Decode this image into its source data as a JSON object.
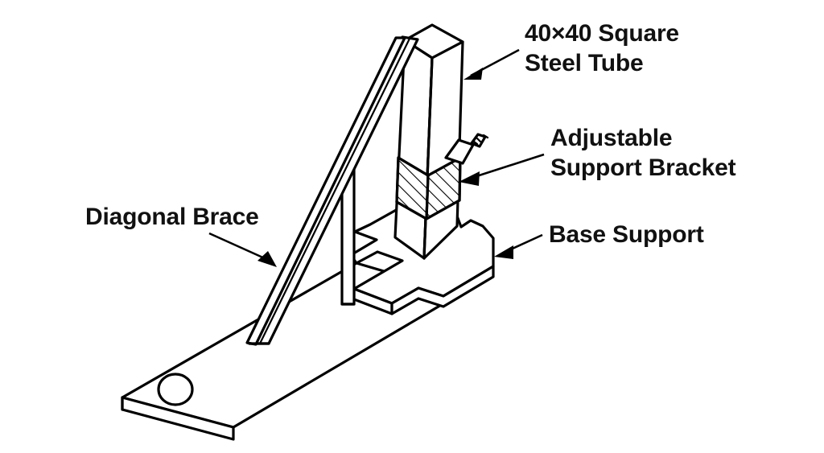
{
  "drawing": {
    "title": "Adjustable Support Bracket Assembly — Isometric Line Drawing",
    "style": "black-and-white technical line art",
    "background_color": "#ffffff",
    "line_color": "#000000"
  },
  "callouts": [
    {
      "id": "square-steel-tube",
      "label": "40×40 Square\nSteel Tube",
      "line1": "40×40 Square",
      "line2": "Steel Tube",
      "points_to": "vertical square tube",
      "arrow_direction": "down-left"
    },
    {
      "id": "adjustable-support-bracket",
      "label": "Adjustable\nSupport Bracket",
      "line1": "Adjustable",
      "line2": "Support Bracket",
      "points_to": "hatched collar clamped on tube",
      "arrow_direction": "left"
    },
    {
      "id": "base-support",
      "label": "Base Support",
      "line1": "Base Support",
      "points_to": "notched flat base plate",
      "arrow_direction": "left"
    },
    {
      "id": "diagonal-brace",
      "label": "Diagonal Brace",
      "line1": "Diagonal Brace",
      "points_to": "angled flat strap brace",
      "arrow_direction": "down-right"
    }
  ],
  "parts": [
    {
      "id": "square-tube",
      "name": "40×40 Square Steel Tube"
    },
    {
      "id": "bracket",
      "name": "Adjustable Support Bracket"
    },
    {
      "id": "bracket-bolt",
      "name": "Adjusting Bolt"
    },
    {
      "id": "base-plate",
      "name": "Base Support"
    },
    {
      "id": "long-bar",
      "name": "Base Rail with Mounting Hole"
    },
    {
      "id": "round-post",
      "name": "Vertical Round Post"
    },
    {
      "id": "diagonal-brace",
      "name": "Diagonal Brace"
    },
    {
      "id": "mounting-hole",
      "name": "Mounting Hole"
    }
  ]
}
